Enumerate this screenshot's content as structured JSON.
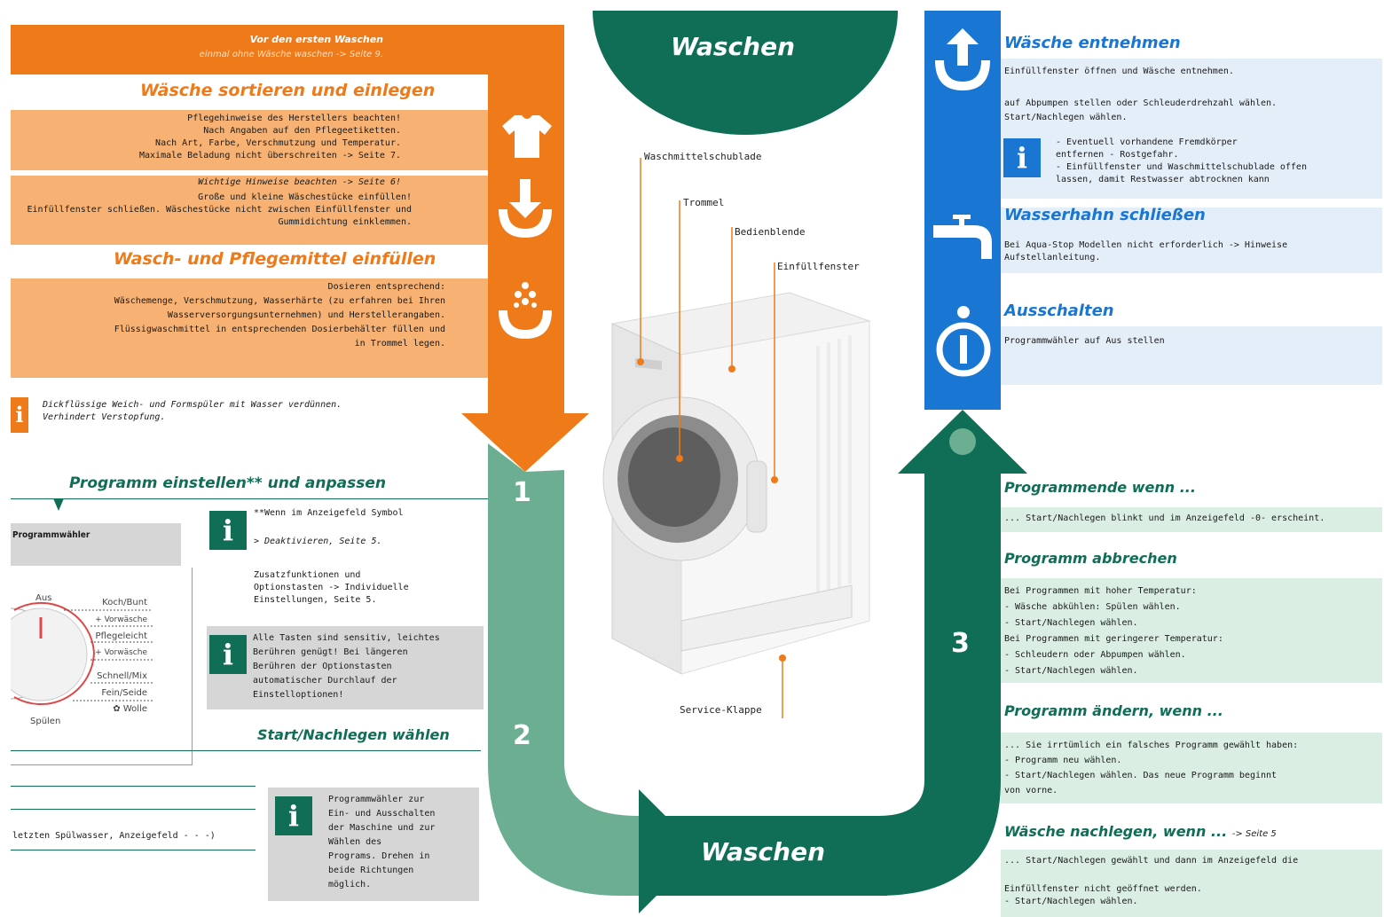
{
  "colors": {
    "orange": "#ee7a1a",
    "orange_light": "#f6b173",
    "green_dark": "#0f6e55",
    "green_mid": "#6bae91",
    "blue": "#1976d2"
  },
  "top_banner": {
    "line1": "Vor den ersten Waschen",
    "line2": "einmal ohne Wäsche waschen -> Seite 9."
  },
  "sort_heading": "Wäsche sortieren und einlegen",
  "sort_block1": "Pflegehinweise des Herstellers beachten!\nNach Angaben auf den Pflegeetiketten.\nNach Art, Farbe, Verschmutzung und Temperatur.\nMaximale Beladung nicht überschreiten -> Seite 7.",
  "sort_block2_italic": "Wichtige Hinweise beachten -> Seite 6!",
  "sort_block2": "Große und kleine Wäschestücke einfüllen!\nEinfüllfenster schließen. Wäschestücke nicht zwischen Einfüllfenster und\nGummidichtung einklemmen.",
  "detergent_heading": "Wasch- und Pflegemittel einfüllen",
  "detergent_block": "Dosieren entsprechend:\nWäschemenge, Verschmutzung, Wasserhärte (zu erfahren bei Ihren\nWasserversorgungsunternehmen) und Herstellerangaben.\nFlüssigwaschmittel in entsprechenden Dosierbehälter füllen und\nin Trommel legen.",
  "orange_info": "Dickflüssige Weich- und Formspüler mit Wasser verdünnen.\nVerhindert Verstopfung.",
  "program_heading": "Programm einstellen** und anpassen",
  "program_selector_label": "Programmwähler",
  "dial_labels": {
    "aus": "Aus",
    "spuelen": "Spülen"
  },
  "program_list": [
    "Koch/Bunt",
    "+ Vorwäsche",
    "Pflegeleicht",
    "+ Vorwäsche",
    "Schnell/Mix",
    "Fein/Seide",
    "Wolle"
  ],
  "info1_line1": "**Wenn im Anzeigefeld Symbol",
  "info1_line2": "> Deaktivieren, Seite 5.",
  "info1_line3": "Zusatzfunktionen und\nOptionstasten -> Individuelle\nEinstellungen, Seite 5.",
  "info2": "Alle Tasten sind sensitiv, leichtes\nBerühren genügt! Bei längeren\nBerühren der Optionstasten\nautomatischer Durchlauf der\nEinstelloptionen!",
  "start_heading": "Start/Nachlegen wählen",
  "last_rinse": "letzten Spülwasser, Anzeigefeld - - -)",
  "info3": "Programmwähler zur\nEin- und Ausschalten\nder Maschine und zur\nWählen des\nPrograms. Drehen in\nbeide Richtungen\nmöglich.",
  "wash_top": "Waschen",
  "wash_bottom": "Waschen",
  "step_numbers": [
    "1",
    "2",
    "3"
  ],
  "callouts": {
    "drawer": "Waschmittelschublade",
    "drum": "Trommel",
    "panel": "Bedienblende",
    "door": "Einfüllfenster",
    "service": "Service-Klappe"
  },
  "remove_heading": "Wäsche entnehmen",
  "remove_line1": "Einfüllfenster öffnen und Wäsche entnehmen.",
  "remove_line2": "auf Abpumpen stellen oder Schleuderdrehzahl wählen.",
  "remove_line3": "Start/Nachlegen wählen.",
  "remove_info": "- Eventuell vorhandene Fremdkörper\n   entfernen - Rostgefahr.\n- Einfüllfenster und Waschmittelschublade offen\n   lassen, damit Restwasser abtrocknen kann",
  "tap_heading": "Wasserhahn schließen",
  "tap_text": "Bei Aqua-Stop Modellen nicht erforderlich -> Hinweise\nAufstellanleitung.",
  "off_heading": "Ausschalten",
  "off_text": "Programmwähler auf Aus stellen",
  "end_heading": "Programmende wenn ...",
  "end_text": "... Start/Nachlegen blinkt und im Anzeigefeld -0- erscheint.",
  "cancel_heading": "Programm abbrechen",
  "cancel_text": "Bei Programmen mit hoher Temperatur:\n- Wäsche abkühlen: Spülen wählen.\n- Start/Nachlegen wählen.\nBei Programmen mit geringerer Temperatur:\n- Schleudern oder Abpumpen wählen.\n- Start/Nachlegen wählen.",
  "change_heading": "Programm ändern, wenn ...",
  "change_text": "... Sie irrtümlich ein falsches Programm gewählt haben:\n- Programm neu wählen.\n- Start/Nachlegen wählen. Das neue Programm beginnt\n   von vorne.",
  "add_heading": "Wäsche nachlegen, wenn ...",
  "add_heading_ref": "-> Seite 5",
  "add_text1": "... Start/Nachlegen gewählt und dann im Anzeigefeld die",
  "add_text2": "Einfüllfenster nicht geöffnet werden.\n- Start/Nachlegen wählen.",
  "icons": [
    "tshirt-icon",
    "download-arrow-icon",
    "detergent-icon",
    "upload-arrow-icon",
    "water-tap-icon",
    "power-icon",
    "info-icon"
  ]
}
